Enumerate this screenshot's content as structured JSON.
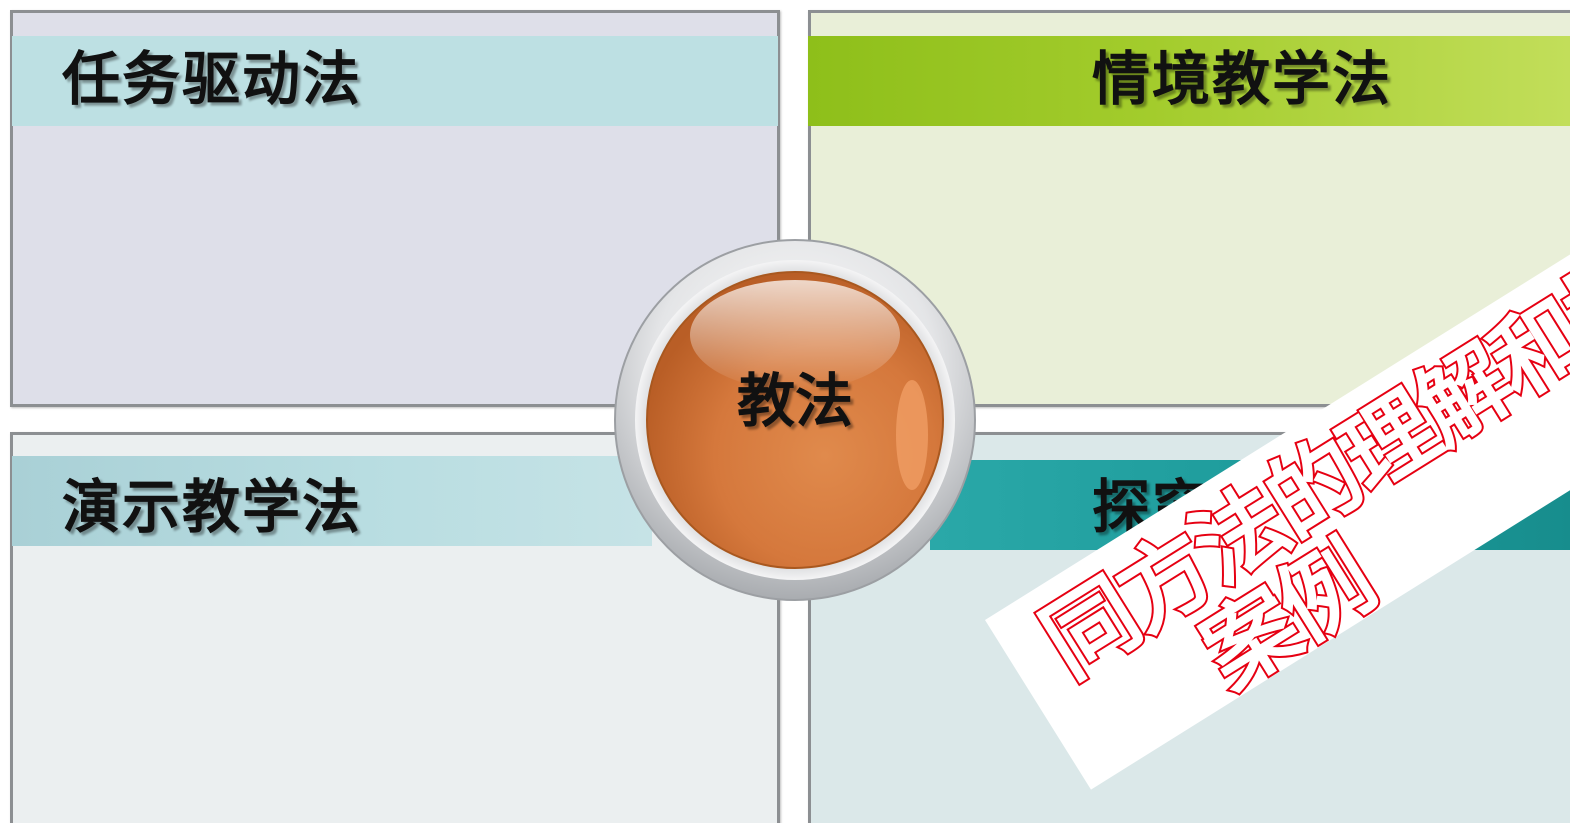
{
  "quadrants": {
    "top_left": {
      "title": "任务驱动法",
      "band_color": "#bde0e3",
      "panel_color": "#dedfe9"
    },
    "top_right": {
      "title": "情境教学法",
      "band_color": "#9ac623",
      "panel_color": "#e9efd8"
    },
    "bottom_left": {
      "title": "演示教学法",
      "band_color": "#b8dde1",
      "panel_color": "#ebeff0"
    },
    "bottom_right": {
      "title": "探究教学法",
      "band_color": "#1c9a9a",
      "panel_color": "#dbe8e9"
    }
  },
  "hub": {
    "label": "教法",
    "color": "#d9773a"
  },
  "stamp": {
    "line1": "同方法的理解和把",
    "line2": "案例",
    "color": "#e60012"
  }
}
